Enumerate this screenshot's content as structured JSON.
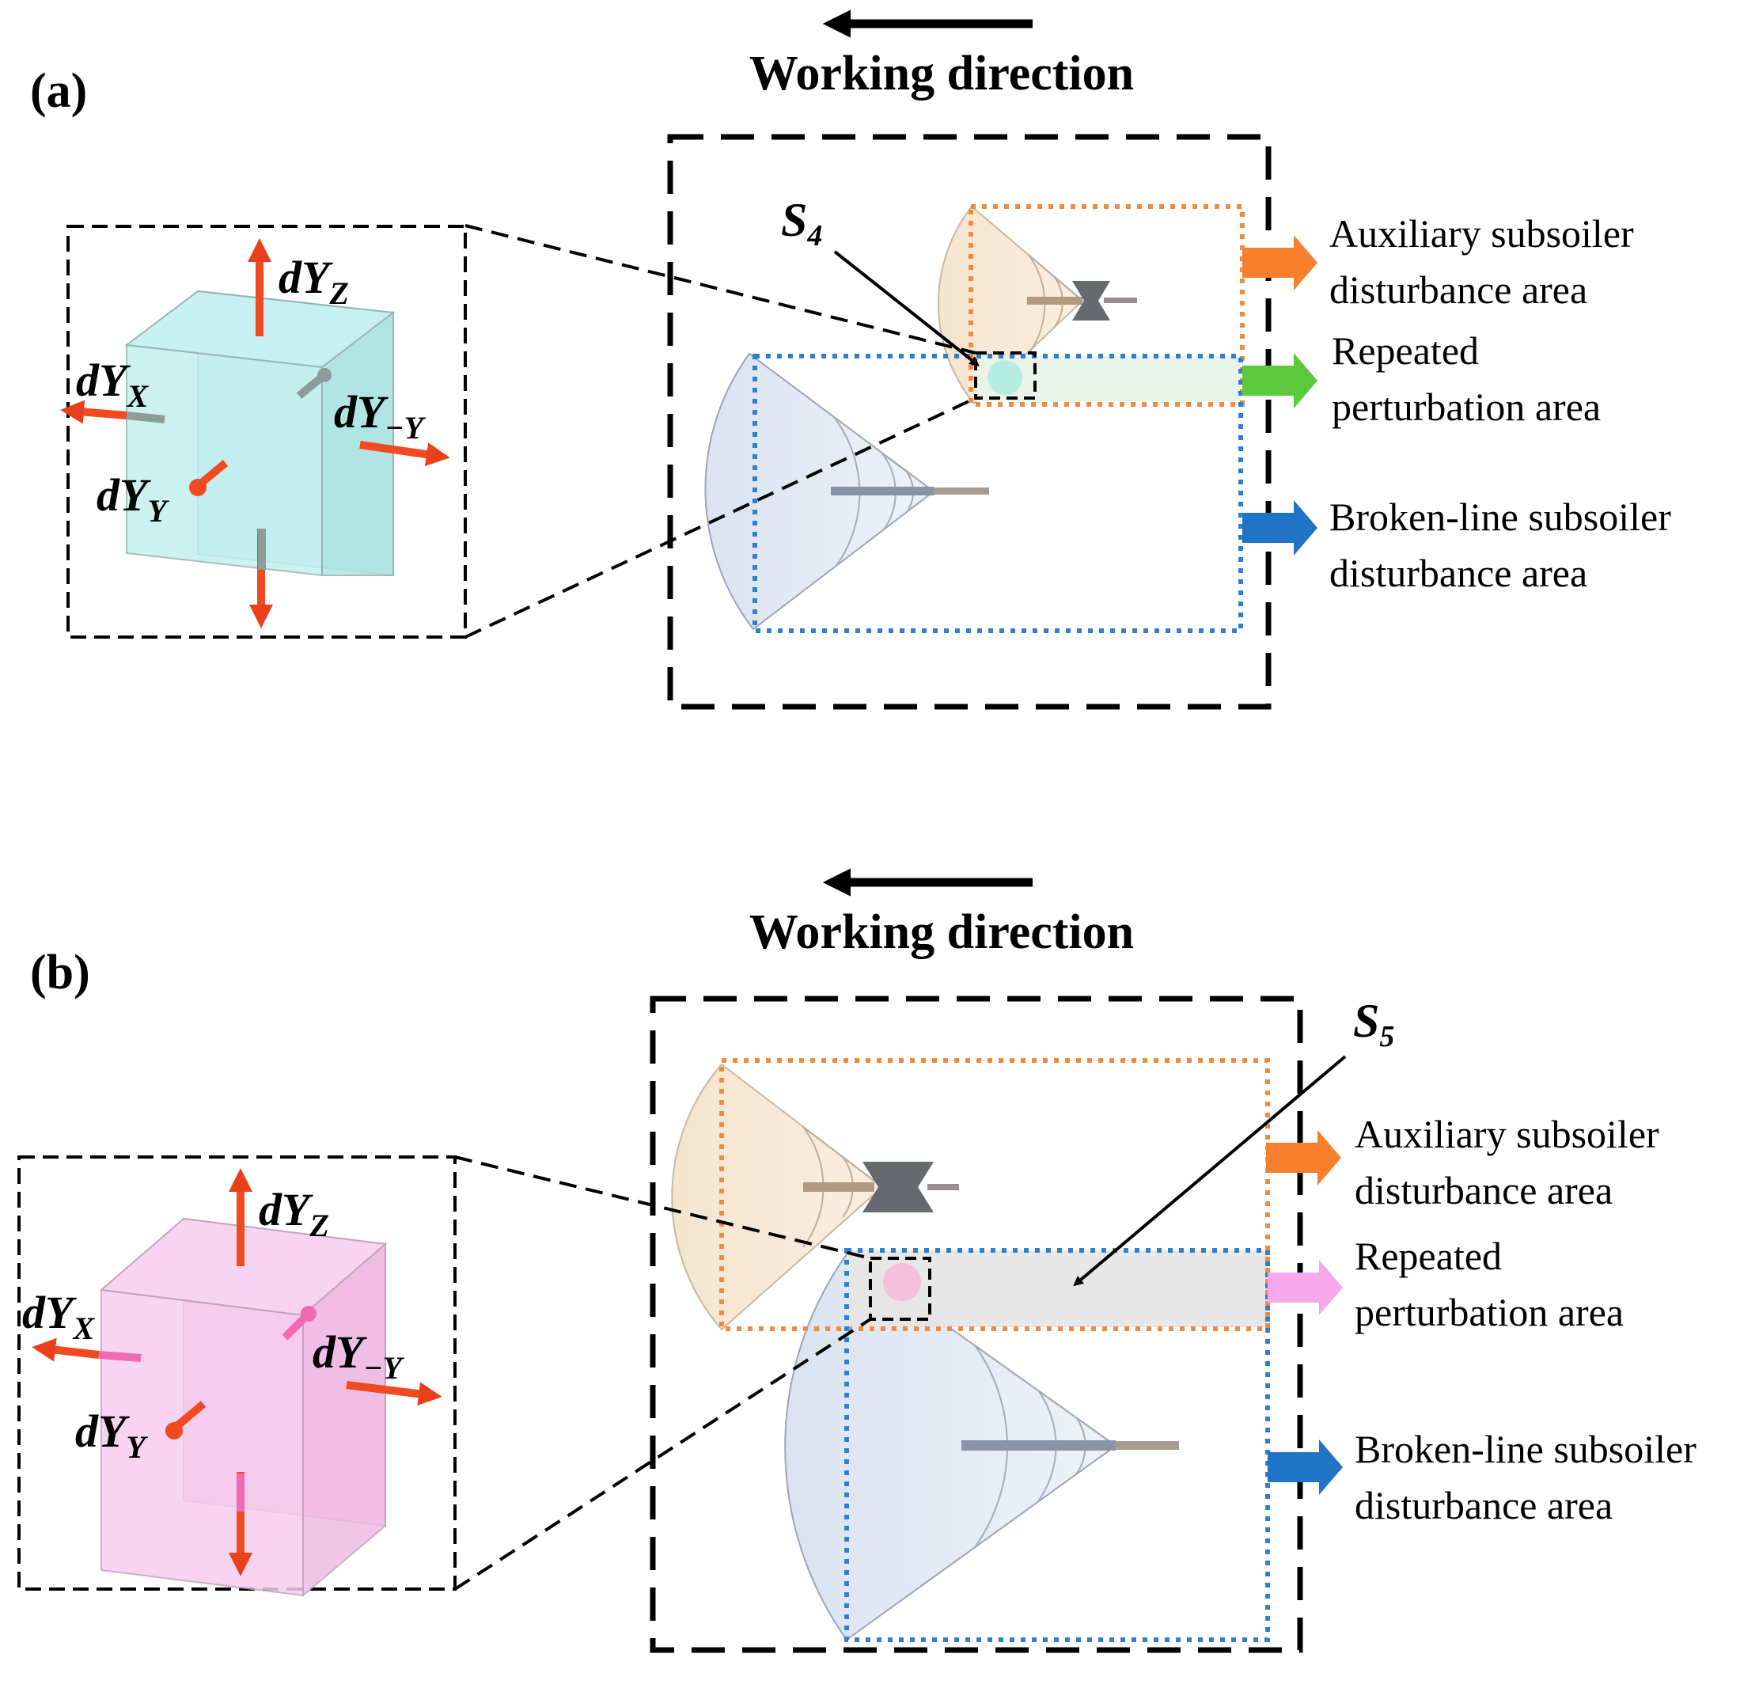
{
  "panels": [
    {
      "label": "(a)",
      "direction_label": "Working direction",
      "point_label": {
        "main": "S",
        "sub": "4"
      },
      "cube_color": "#b8ecec",
      "repeated_color": "#5cc93a",
      "cube_vectors": {
        "z": {
          "main": "dY",
          "sub": "Z"
        },
        "x": {
          "main": "dY",
          "sub": "X"
        },
        "my": {
          "main": "dY",
          "sub": "−Y"
        },
        "y": {
          "main": "dY",
          "sub": "Y"
        }
      },
      "legend": {
        "auxiliary": [
          "Auxiliary subsoiler",
          "disturbance area"
        ],
        "repeated": [
          "Repeated",
          "perturbation area"
        ],
        "brokenline": [
          "Broken-line subsoiler",
          "disturbance area"
        ]
      }
    },
    {
      "label": "(b)",
      "direction_label": "Working direction",
      "point_label": {
        "main": "S",
        "sub": "5"
      },
      "cube_color": "#f6c6ee",
      "repeated_color": "#f7a8ea",
      "cube_vectors": {
        "z": {
          "main": "dY",
          "sub": "Z"
        },
        "x": {
          "main": "dY",
          "sub": "X"
        },
        "my": {
          "main": "dY",
          "sub": "−Y"
        },
        "y": {
          "main": "dY",
          "sub": "Y"
        }
      },
      "legend": {
        "auxiliary": [
          "Auxiliary subsoiler",
          "disturbance area"
        ],
        "repeated": [
          "Repeated",
          "perturbation area"
        ],
        "brokenline": [
          "Broken-line subsoiler",
          "disturbance area"
        ]
      }
    }
  ],
  "colors": {
    "auxiliary_arrow": "#f77f2d",
    "brokenline_arrow": "#1f74c8",
    "auxiliary_box": "#f08a3c",
    "brokenline_box": "#2f7fd0",
    "vector_red": "#f04a1e"
  },
  "icons": [
    "cube-icon",
    "fan-icon",
    "subsoiler-shank-icon",
    "arrow-right-icon",
    "arrow-left-icon"
  ]
}
